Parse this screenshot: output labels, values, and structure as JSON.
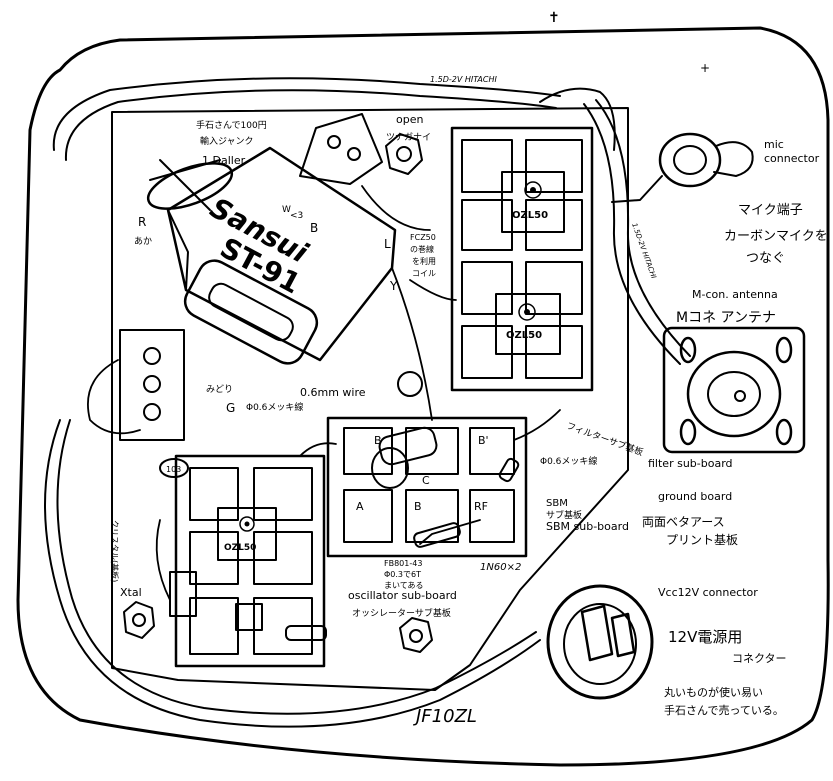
{
  "english_labels": {
    "open": "open",
    "one_dollar": "1 Daller",
    "mic_connector_line1": "mic",
    "mic_connector_line2": "connector",
    "r": "R",
    "b": "B",
    "l": "L",
    "y": "Y",
    "g": "G",
    "wire": "0.6mm wire",
    "m_con_antenna": "M-con. antenna",
    "filter_sub_board": "filter sub-board",
    "ground_board": "ground board",
    "sbm_sub_board": "SBM sub-board",
    "xtal": "Xtal",
    "oscillator_sub_board": "oscillator sub-board",
    "vcc_connector": "Vcc12V connector"
  },
  "handwritten_notes": {
    "open_jp": "ツナガナイ",
    "dollar_jp_1": "手石さんで100円",
    "dollar_jp_2": "輸入ジャンク",
    "red_jp": "あか",
    "mic_jp_1": "マイク端子",
    "mic_jp_2": "カーボンマイクを",
    "mic_jp_3": "つなぐ",
    "fcz_1": "FCZ50",
    "fcz_2": "の巻線",
    "fcz_3": "を利用",
    "fcz_4": "コイル",
    "antenna_jp": "Mコネ アンテナ",
    "green_jp": "みどり",
    "wire_jp": "Φ0.6メッキ線",
    "filter_jp": "フィルターサブ基板",
    "wire2_jp": "Φ0.6メッキ線",
    "sbm_1": "SBM",
    "sbm_2": "サブ基板",
    "double_sided_1": "両面ベタアース",
    "double_sided_2": "プリント基板",
    "ferrite_1": "FB801-43",
    "ferrite_2": "Φ0.3で6T",
    "ferrite_3": "まいてある",
    "diodes": "1N60×2",
    "osc_jp": "オッシレーターサブ基板",
    "xtal_jp": "クリスタル(基板)",
    "power_jp_1": "12V電源用",
    "power_jp_2": "コネクター",
    "round_jp_1": "丸いものが使い易い",
    "round_jp_2": "手石さんで売っている。",
    "cable_top": "1.5D-2V HITACHI",
    "cable_right": "1.5D-2V HITACHI"
  },
  "component_labels": {
    "transformer_brand": "Sansui",
    "transformer_model": "ST-91",
    "filter_coil_1": "OZL50",
    "filter_coil_2": "OZL50",
    "osc_coil": "OZL50",
    "pin_b": "B",
    "pin_b2": "B'",
    "pin_c": "C",
    "pin_a": "A",
    "pin_b3": "B",
    "pin_rf": "RF",
    "part_103": "103",
    "pin_w": "W",
    "pin_c3": "<3"
  },
  "signature": "JF10ZL"
}
